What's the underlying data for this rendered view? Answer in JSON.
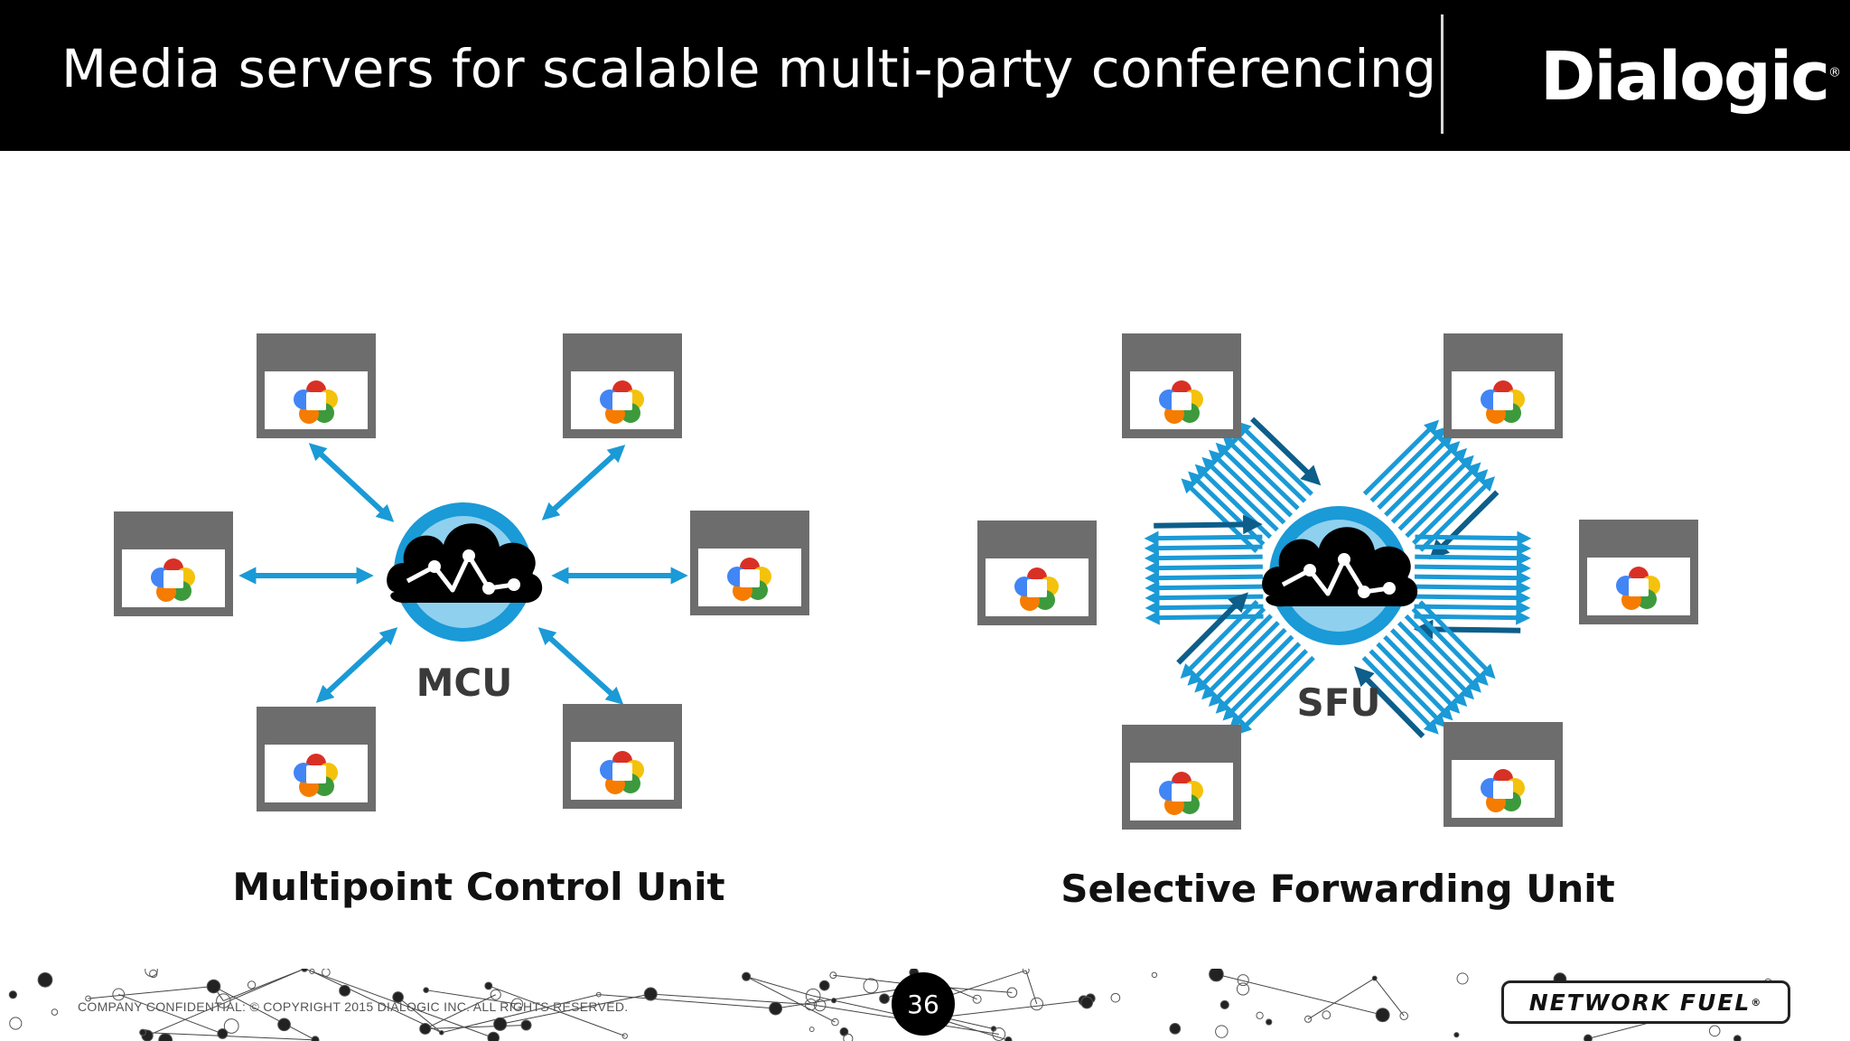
{
  "header": {
    "title": "Media servers for scalable multi-party conferencing",
    "logo_text": "Dialogic",
    "logo_mark": "®"
  },
  "diagrams": [
    {
      "id": "mcu",
      "hub_label": "MCU",
      "caption": "Multipoint Control Unit",
      "hub_icon": "cloud-graph-icon",
      "endpoint_icon": "webrtc-logo-icon",
      "endpoints": 6,
      "connection_style": "single double-headed arrow per endpoint"
    },
    {
      "id": "sfu",
      "hub_label": "SFU",
      "caption": "Selective Forwarding Unit",
      "hub_icon": "cloud-graph-icon",
      "endpoint_icon": "webrtc-logo-icon",
      "endpoints": 6,
      "connection_style": "bundle of many arrows per endpoint"
    }
  ],
  "footer": {
    "confidential": "COMPANY CONFIDENTIAL:  © COPYRIGHT 2015 DIALOGIC INC.  ALL RIGHTS RESERVED.",
    "page_number": "36",
    "brand": "NETWORK FUEL",
    "brand_mark": "®"
  },
  "colors": {
    "header_bg": "#000000",
    "arrow_blue": "#1a9ad6",
    "arrow_dark": "#0d5e8a",
    "browser_gray": "#6d6d6d",
    "hub_ring": "#1a9ad6",
    "webrtc_red": "#d93025",
    "webrtc_yellow": "#f4c20d",
    "webrtc_green": "#3c9a3c",
    "webrtc_blue": "#4285f4",
    "webrtc_orange": "#f57c00"
  }
}
